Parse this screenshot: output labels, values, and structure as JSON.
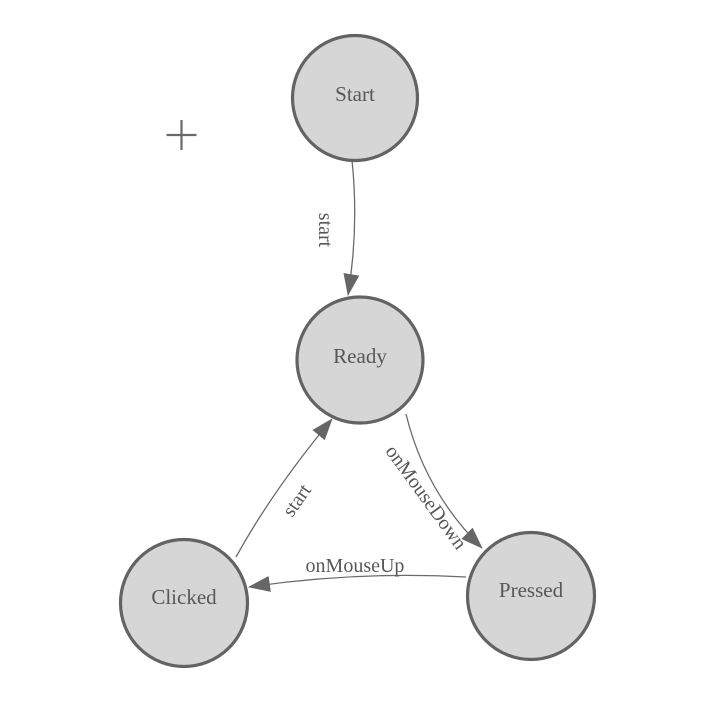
{
  "diagram": {
    "type": "state-machine",
    "nodes": [
      {
        "id": "start",
        "label": "Start"
      },
      {
        "id": "ready",
        "label": "Ready"
      },
      {
        "id": "clicked",
        "label": "Clicked"
      },
      {
        "id": "pressed",
        "label": "Pressed"
      }
    ],
    "edges": [
      {
        "from": "Start",
        "to": "Ready",
        "label": "start"
      },
      {
        "from": "Clicked",
        "to": "Ready",
        "label": "start"
      },
      {
        "from": "Ready",
        "to": "Pressed",
        "label": "onMouseDown"
      },
      {
        "from": "Pressed",
        "to": "Clicked",
        "label": "onMouseUp"
      }
    ],
    "cursor": {
      "name": "crosshair-plus",
      "symbol": "+"
    },
    "colors": {
      "background": "#ffffff",
      "node_fill": "#d6d6d6",
      "node_border": "#636363",
      "edge_stroke": "#6b6b6b",
      "arrow_fill": "#666666",
      "label_text": "#575757",
      "crosshair": "#696969"
    }
  }
}
